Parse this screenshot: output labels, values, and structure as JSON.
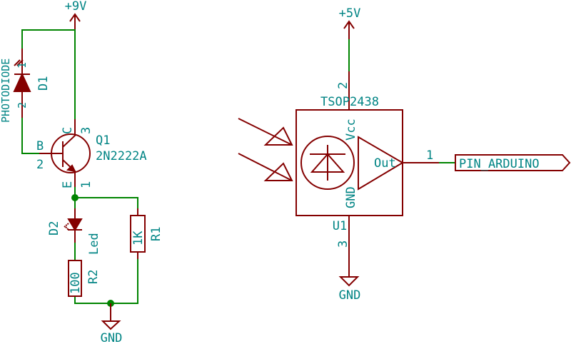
{
  "colors": {
    "component": "#840000",
    "text": "#008484",
    "wire": "#008400",
    "background": "#ffffff"
  },
  "power": {
    "vcc9": "+9V",
    "vcc5": "+5V",
    "gnd_left": "GND",
    "gnd_right": "GND"
  },
  "d1": {
    "ref": "D1",
    "value": "PHOTODIODE",
    "pin1": "1",
    "pin2": "2"
  },
  "q1": {
    "ref": "Q1",
    "value": "2N2222A",
    "pin_b": "B",
    "pin_b_num": "2",
    "pin_c": "C",
    "pin_c_num": "3",
    "pin_e": "E",
    "pin_e_num": "1"
  },
  "d2": {
    "ref": "D2",
    "value": "Led"
  },
  "r1": {
    "ref": "R1",
    "value": "1K"
  },
  "r2": {
    "ref": "R2",
    "value": "100"
  },
  "u1": {
    "ref": "U1",
    "value": "TSOP2438",
    "pin_vcc": "Vcc",
    "pin_vcc_num": "2",
    "pin_gnd": "GND",
    "pin_gnd_num": "3",
    "pin_out": "Out",
    "pin_out_num": "1"
  },
  "net_label": "PIN_ARDUINO"
}
